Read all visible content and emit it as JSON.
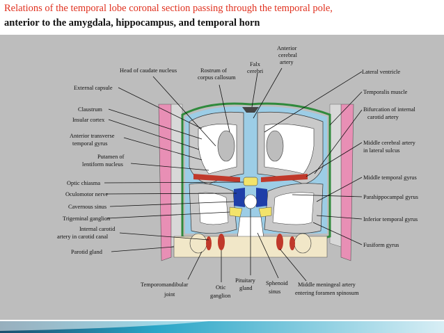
{
  "title": {
    "line1": "Relations of the temporal lobe coronal section passing through the temporal pole,",
    "line2": "anterior to the amygdala, hippocampus, and temporal horn"
  },
  "labels": {
    "head_caudate": "Head of caudate nucleus",
    "rostrum_1": "Rostrum of",
    "rostrum_2": "corpus callosum",
    "falx_1": "Falx",
    "falx_2": "cerebri",
    "ant_cer_1": "Anterior",
    "ant_cer_2": "cerebral",
    "ant_cer_3": "artery",
    "lateral_ventricle": "Lateral ventricle",
    "external_capsule": "External capsule",
    "claustrum": "Claustrum",
    "insular_cortex": "Insular cortex",
    "ant_transverse_1": "Anterior transverse",
    "ant_transverse_2": "temporal gyrus",
    "putamen_1": "Putamen of",
    "putamen_2": "lentiform nucleus",
    "optic_chiasma": "Optic chiasma",
    "oculomotor": "Oculomotor nerve",
    "cavernous": "Cavernous sinus",
    "trigeminal": "Trigeminal ganglion",
    "int_carotid_canal_1": "Internal carotid",
    "int_carotid_canal_2": "artery in carotid canal",
    "parotid": "Parotid gland",
    "tmj_1": "Temporomandibular",
    "tmj_2": "joint",
    "otic_1": "Otic",
    "otic_2": "ganglion",
    "pituitary_1": "Pituitary",
    "pituitary_2": "gland",
    "sphenoid_1": "Sphenoid",
    "sphenoid_2": "sinus",
    "mid_meningeal_1": "Middle meningeal artery",
    "mid_meningeal_2": "entering foramen spinosum",
    "temporalis": "Temporalis muscle",
    "bifurcation_1": "Bifurcation of internal",
    "bifurcation_2": "carotid artery",
    "mca_1": "Middle cerebral artery",
    "mca_2": "in lateral sulcus",
    "mid_temporal": "Middle temporal gyrus",
    "parahippocampal": "Parahippocampal gyrus",
    "inf_temporal": "Inferior temporal gyrus",
    "fusiform": "Fusiform gyrus"
  },
  "colors": {
    "title_red": "#e0301e",
    "background_panel": "#bdbdbd",
    "skin_pink": "#e88fb5",
    "dura_green": "#2f8a3c",
    "csf_blue": "#9ccde6",
    "white_matter": "#ffffff",
    "grey_matter": "#c9c9c9",
    "artery_red": "#c0392b",
    "vein_blue": "#1f3fa8",
    "gland_yellow": "#f2e36a",
    "bone_cream": "#f1e7c8",
    "accent_bar": "#2aa6c7"
  }
}
